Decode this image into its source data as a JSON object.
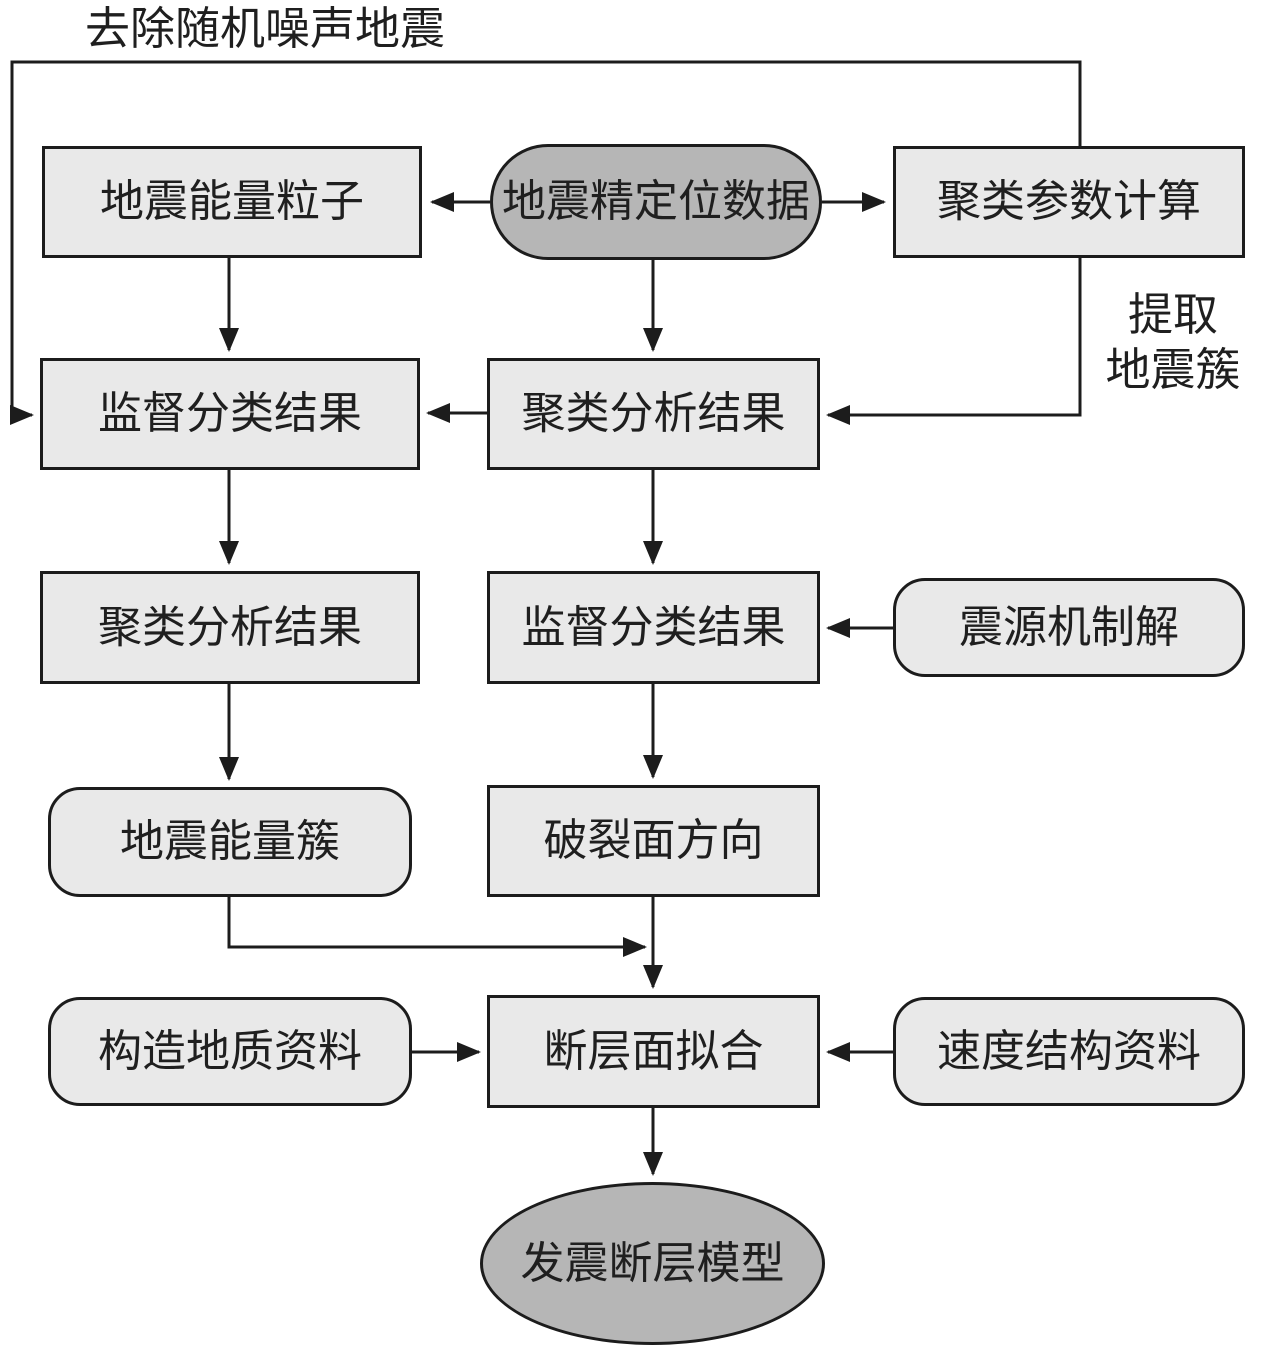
{
  "colors": {
    "box_fill": "#e9e9e9",
    "dark_fill": "#b6b6b6",
    "line": "#1c1c1c",
    "text": "#1f1f1f",
    "background": "#ffffff"
  },
  "edge_labels": {
    "top_feedback": "去除随机噪声地震",
    "extract_clusters": "提取\n地震簇"
  },
  "nodes": {
    "seismic_energy_particles": {
      "label": "地震能量粒子",
      "shape": "rectangle"
    },
    "relocated_data": {
      "label": "地震精定位数据",
      "shape": "stadium"
    },
    "cluster_param_calc": {
      "label": "聚类参数计算",
      "shape": "rectangle"
    },
    "supervised_result_1": {
      "label": "监督分类结果",
      "shape": "rectangle"
    },
    "cluster_result_1": {
      "label": "聚类分析结果",
      "shape": "rectangle"
    },
    "cluster_result_2": {
      "label": "聚类分析结果",
      "shape": "rectangle"
    },
    "supervised_result_2": {
      "label": "监督分类结果",
      "shape": "rectangle"
    },
    "focal_mechanism": {
      "label": "震源机制解",
      "shape": "rounded"
    },
    "energy_cluster": {
      "label": "地震能量簇",
      "shape": "rounded"
    },
    "rupture_direction": {
      "label": "破裂面方向",
      "shape": "rectangle"
    },
    "structural_geology": {
      "label": "构造地质资料",
      "shape": "rounded"
    },
    "fault_fitting": {
      "label": "断层面拟合",
      "shape": "rectangle"
    },
    "velocity_structure": {
      "label": "速度结构资料",
      "shape": "rounded"
    },
    "seismogenic_fault_model": {
      "label": "发震断层模型",
      "shape": "ellipse"
    }
  }
}
